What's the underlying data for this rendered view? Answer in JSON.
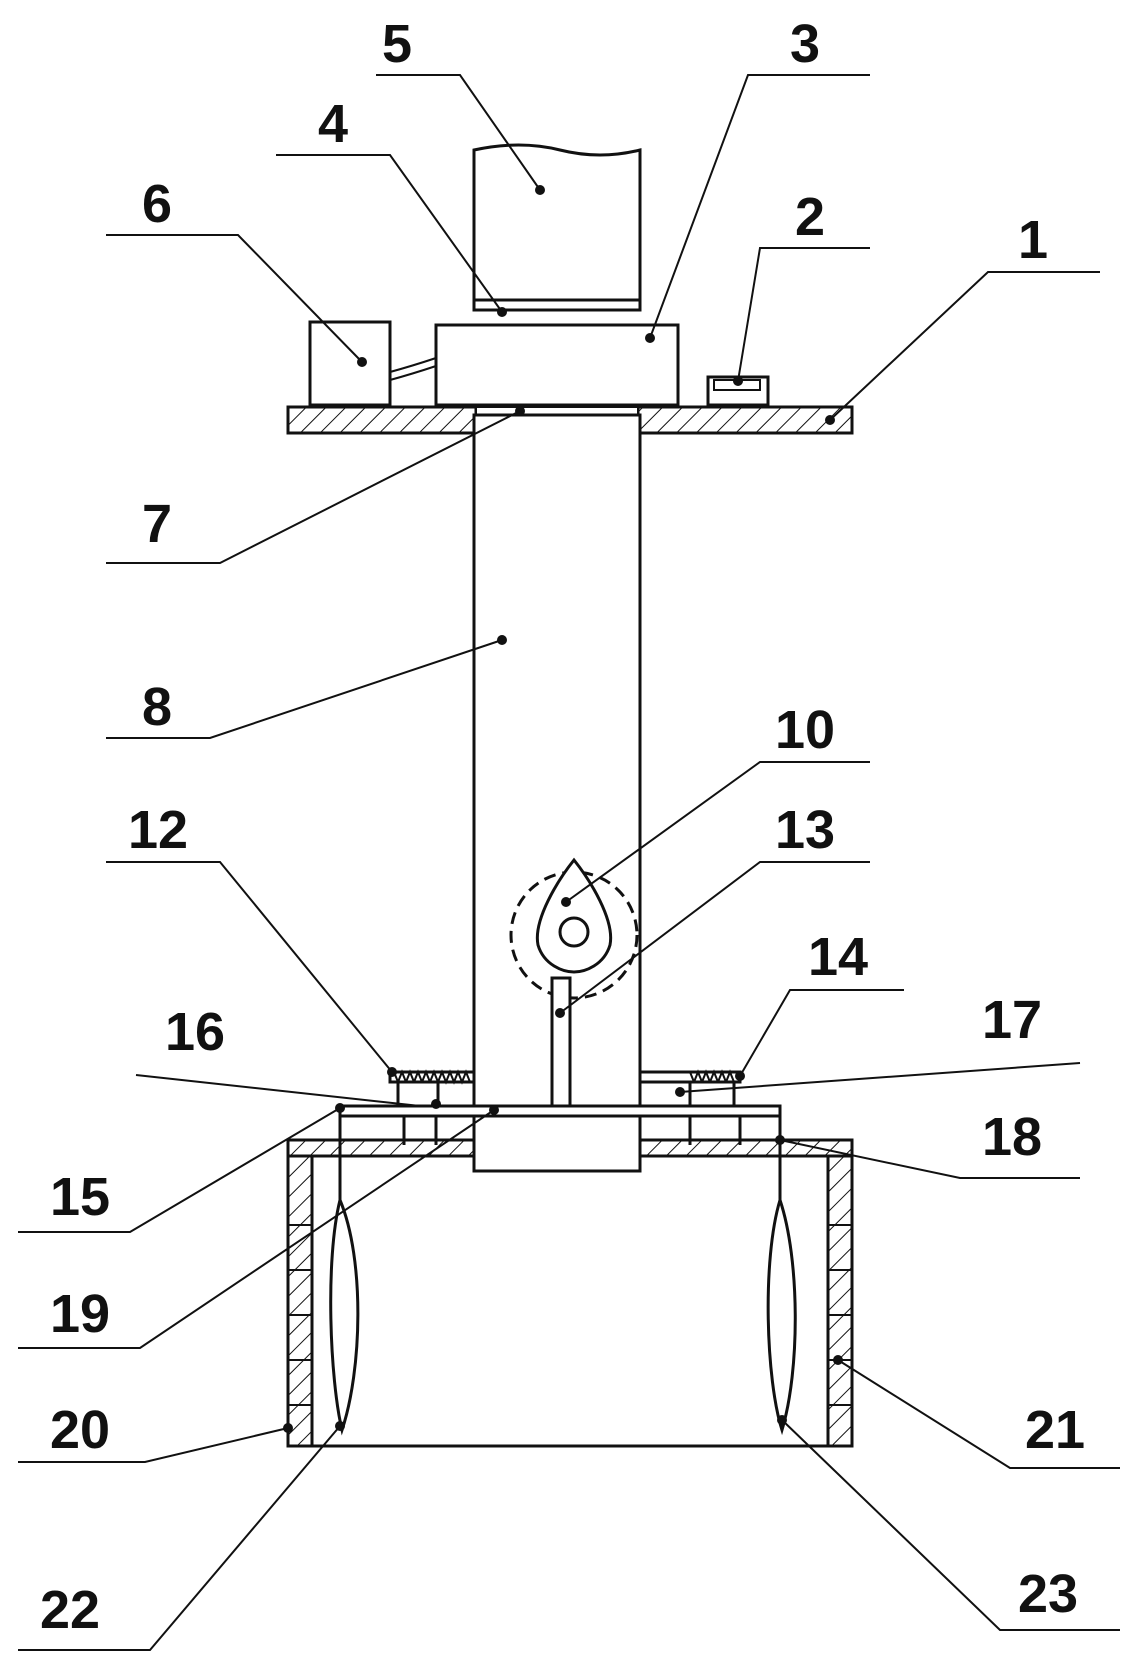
{
  "labels": {
    "l1": "1",
    "l2": "2",
    "l3": "3",
    "l4": "4",
    "l5": "5",
    "l6": "6",
    "l7": "7",
    "l8": "8",
    "l10": "10",
    "l12": "12",
    "l13": "13",
    "l14": "14",
    "l15": "15",
    "l16": "16",
    "l17": "17",
    "l18": "18",
    "l19": "19",
    "l20": "20",
    "l21": "21",
    "l22": "22",
    "l23": "23"
  },
  "colors": {
    "ink": "#111111",
    "paper": "#ffffff"
  }
}
